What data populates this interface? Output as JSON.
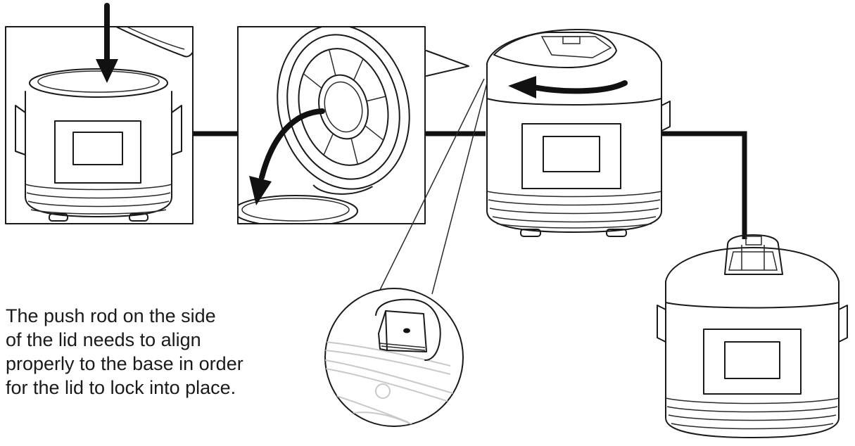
{
  "caption": {
    "lines": [
      "The push rod on the side",
      "of the lid needs to align",
      "properly to the base in order",
      "for the lid to lock into place."
    ]
  },
  "colors": {
    "line": "#1a1a1a",
    "background": "#ffffff",
    "faint": "#c9c9c9"
  }
}
